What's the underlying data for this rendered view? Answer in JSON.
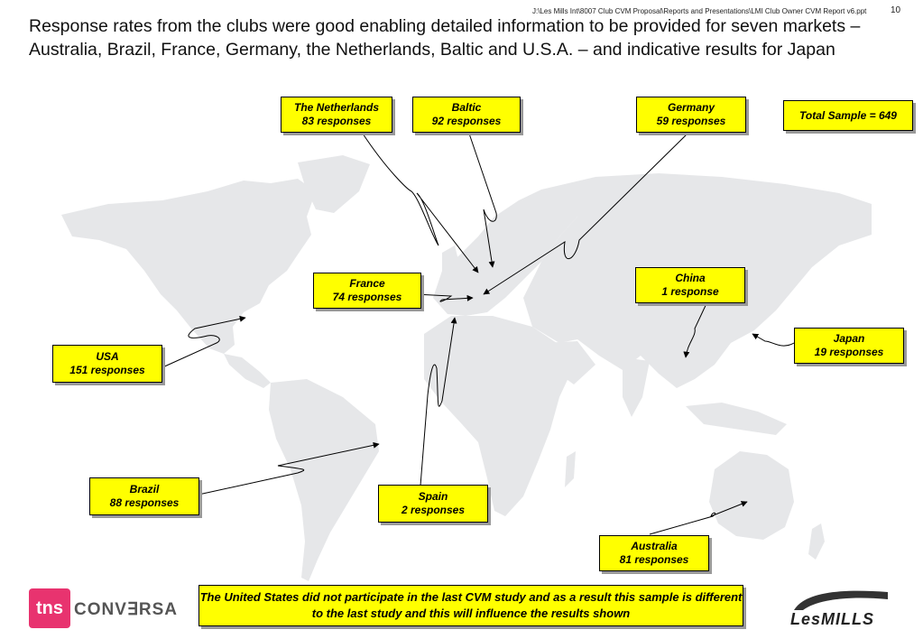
{
  "header": {
    "file_path": "J:\\Les Mills Int\\8007 Club CVM Proposal\\Reports and Presentations\\LMI Club Owner CVM Report v6.ppt",
    "page_number": "10"
  },
  "title": "Response rates from the clubs were good enabling detailed information to be provided for seven markets – Australia, Brazil, France, Germany, the Netherlands, Baltic and U.S.A. – and indicative results for Japan",
  "markets": {
    "netherlands": {
      "name": "The Netherlands",
      "responses": "83 responses"
    },
    "baltic": {
      "name": "Baltic",
      "responses": "92 responses"
    },
    "germany": {
      "name": "Germany",
      "responses": "59 responses"
    },
    "france": {
      "name": "France",
      "responses": "74 responses"
    },
    "china": {
      "name": "China",
      "responses": "1 response"
    },
    "japan": {
      "name": "Japan",
      "responses": "19 responses"
    },
    "usa": {
      "name": "USA",
      "responses": "151 responses"
    },
    "brazil": {
      "name": "Brazil",
      "responses": "88 responses"
    },
    "spain": {
      "name": "Spain",
      "responses": "2 responses"
    },
    "australia": {
      "name": "Australia",
      "responses": "81 responses"
    }
  },
  "total_sample": "Total Sample =  649",
  "note": "The United States did not participate in the last CVM study and as a result this sample is different to the last study and this will influence the results shown",
  "logos": {
    "tns": "tns",
    "conversa": "CONV∃RSA",
    "lesmills": "LesMILLS"
  },
  "colors": {
    "callout": "#ffff00",
    "map_land": "#e6e7e9",
    "tns_pink": "#e8336f"
  }
}
